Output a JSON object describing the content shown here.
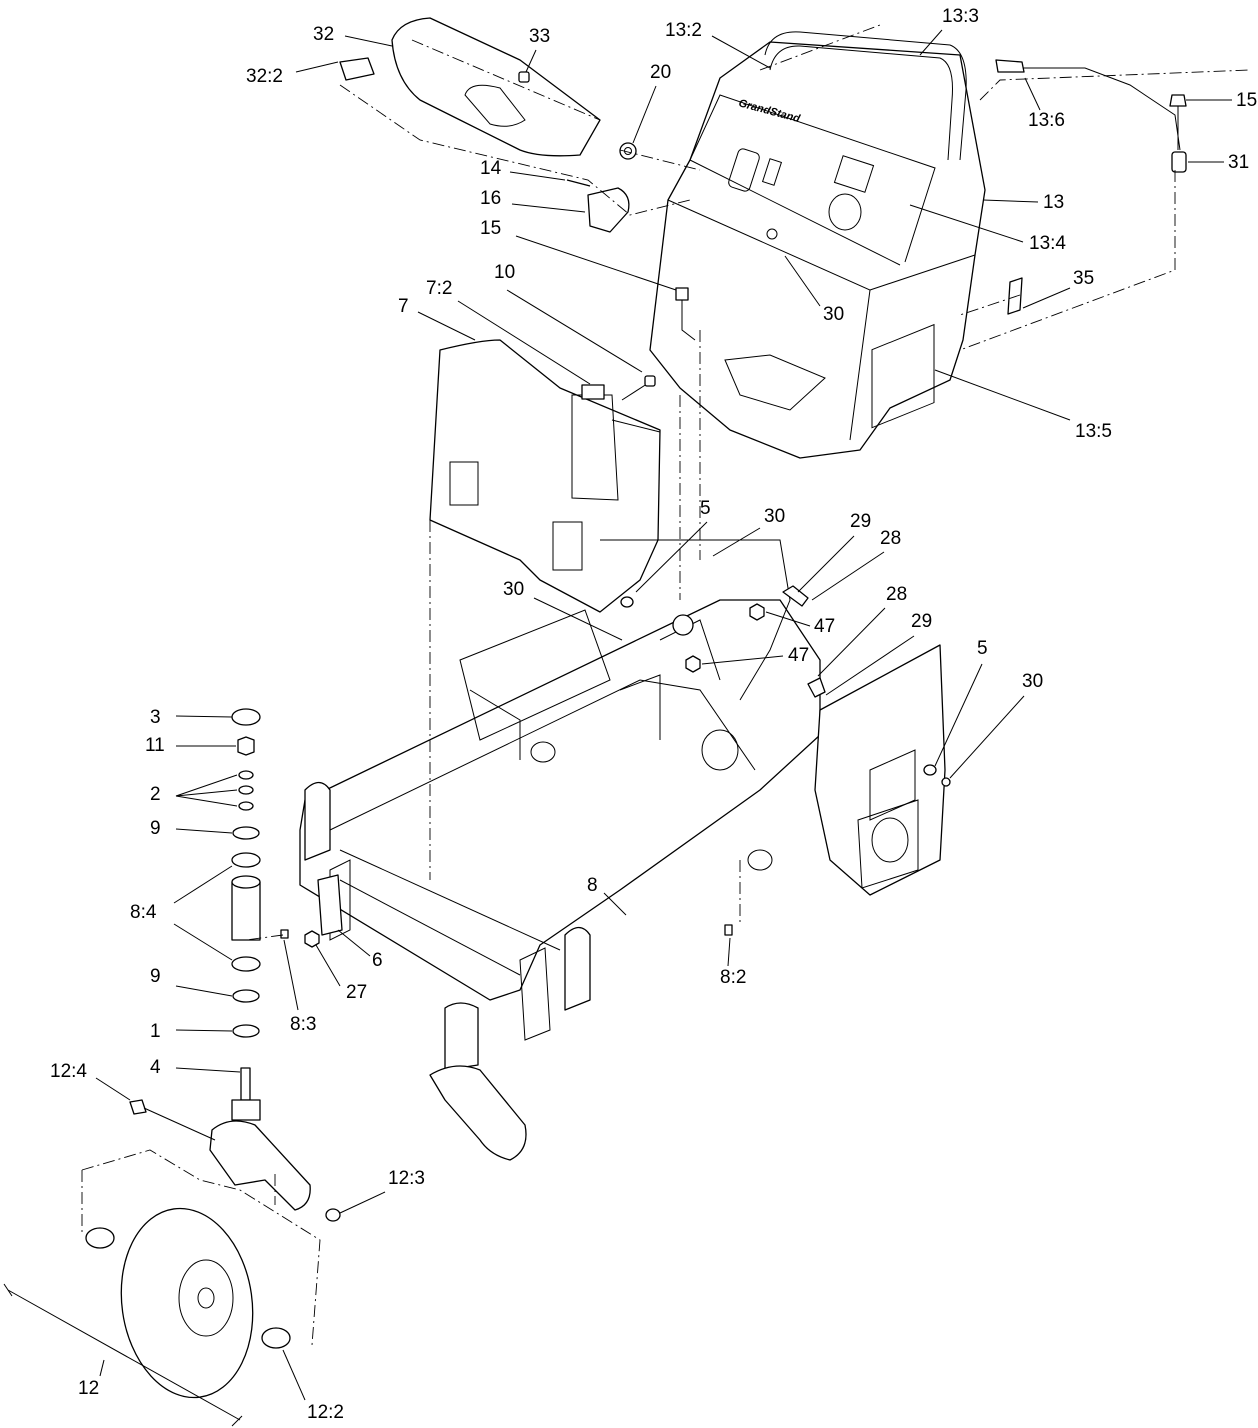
{
  "brand_logo": "GrandStand",
  "callouts": [
    {
      "id": "32",
      "label": "32"
    },
    {
      "id": "32-2",
      "label": "32:2"
    },
    {
      "id": "33",
      "label": "33"
    },
    {
      "id": "13-2",
      "label": "13:2"
    },
    {
      "id": "13-3",
      "label": "13:3"
    },
    {
      "id": "20",
      "label": "20"
    },
    {
      "id": "13-6",
      "label": "13:6"
    },
    {
      "id": "15-top",
      "label": "15"
    },
    {
      "id": "31",
      "label": "31"
    },
    {
      "id": "14",
      "label": "14"
    },
    {
      "id": "13",
      "label": "13"
    },
    {
      "id": "16",
      "label": "16"
    },
    {
      "id": "13-4",
      "label": "13:4"
    },
    {
      "id": "15-mid",
      "label": "15"
    },
    {
      "id": "10",
      "label": "10"
    },
    {
      "id": "7-2",
      "label": "7:2"
    },
    {
      "id": "35",
      "label": "35"
    },
    {
      "id": "7",
      "label": "7"
    },
    {
      "id": "30-a",
      "label": "30"
    },
    {
      "id": "13-5",
      "label": "13:5"
    },
    {
      "id": "5-a",
      "label": "5"
    },
    {
      "id": "30-b",
      "label": "30"
    },
    {
      "id": "29-a",
      "label": "29"
    },
    {
      "id": "28-a",
      "label": "28"
    },
    {
      "id": "30-c",
      "label": "30"
    },
    {
      "id": "47-a",
      "label": "47"
    },
    {
      "id": "28-b",
      "label": "28"
    },
    {
      "id": "29-b",
      "label": "29"
    },
    {
      "id": "47-b",
      "label": "47"
    },
    {
      "id": "5-b",
      "label": "5"
    },
    {
      "id": "30-d",
      "label": "30"
    },
    {
      "id": "3",
      "label": "3"
    },
    {
      "id": "11",
      "label": "11"
    },
    {
      "id": "2",
      "label": "2"
    },
    {
      "id": "9-a",
      "label": "9"
    },
    {
      "id": "8-4",
      "label": "8:4"
    },
    {
      "id": "8",
      "label": "8"
    },
    {
      "id": "6",
      "label": "6"
    },
    {
      "id": "9-b",
      "label": "9"
    },
    {
      "id": "27",
      "label": "27"
    },
    {
      "id": "8-2",
      "label": "8:2"
    },
    {
      "id": "8-3",
      "label": "8:3"
    },
    {
      "id": "1",
      "label": "1"
    },
    {
      "id": "4",
      "label": "4"
    },
    {
      "id": "12-4",
      "label": "12:4"
    },
    {
      "id": "12-3",
      "label": "12:3"
    },
    {
      "id": "12",
      "label": "12"
    },
    {
      "id": "12-2",
      "label": "12:2"
    }
  ]
}
